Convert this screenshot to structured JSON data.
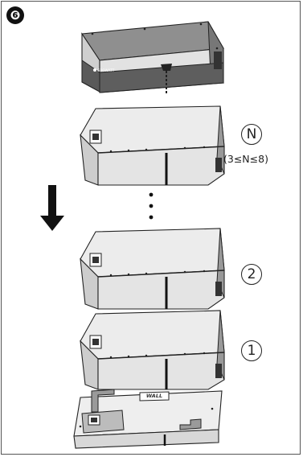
{
  "step": {
    "badge": "❻"
  },
  "labels": {
    "module_n": "N",
    "module_n_range": "(3≤N≤8)",
    "module_2": "2",
    "module_1": "1",
    "wall_plate": "WALL",
    "brand": "GROWATT"
  },
  "colors": {
    "outline": "#222222",
    "top_panel": "#e6e6e6",
    "side_panel": "#d0d0d0",
    "cap_dark": "#555555",
    "arrow": "#111111"
  },
  "icons": {
    "direction": "arrow-down-icon",
    "continuation": "vertical-ellipsis-icon"
  }
}
